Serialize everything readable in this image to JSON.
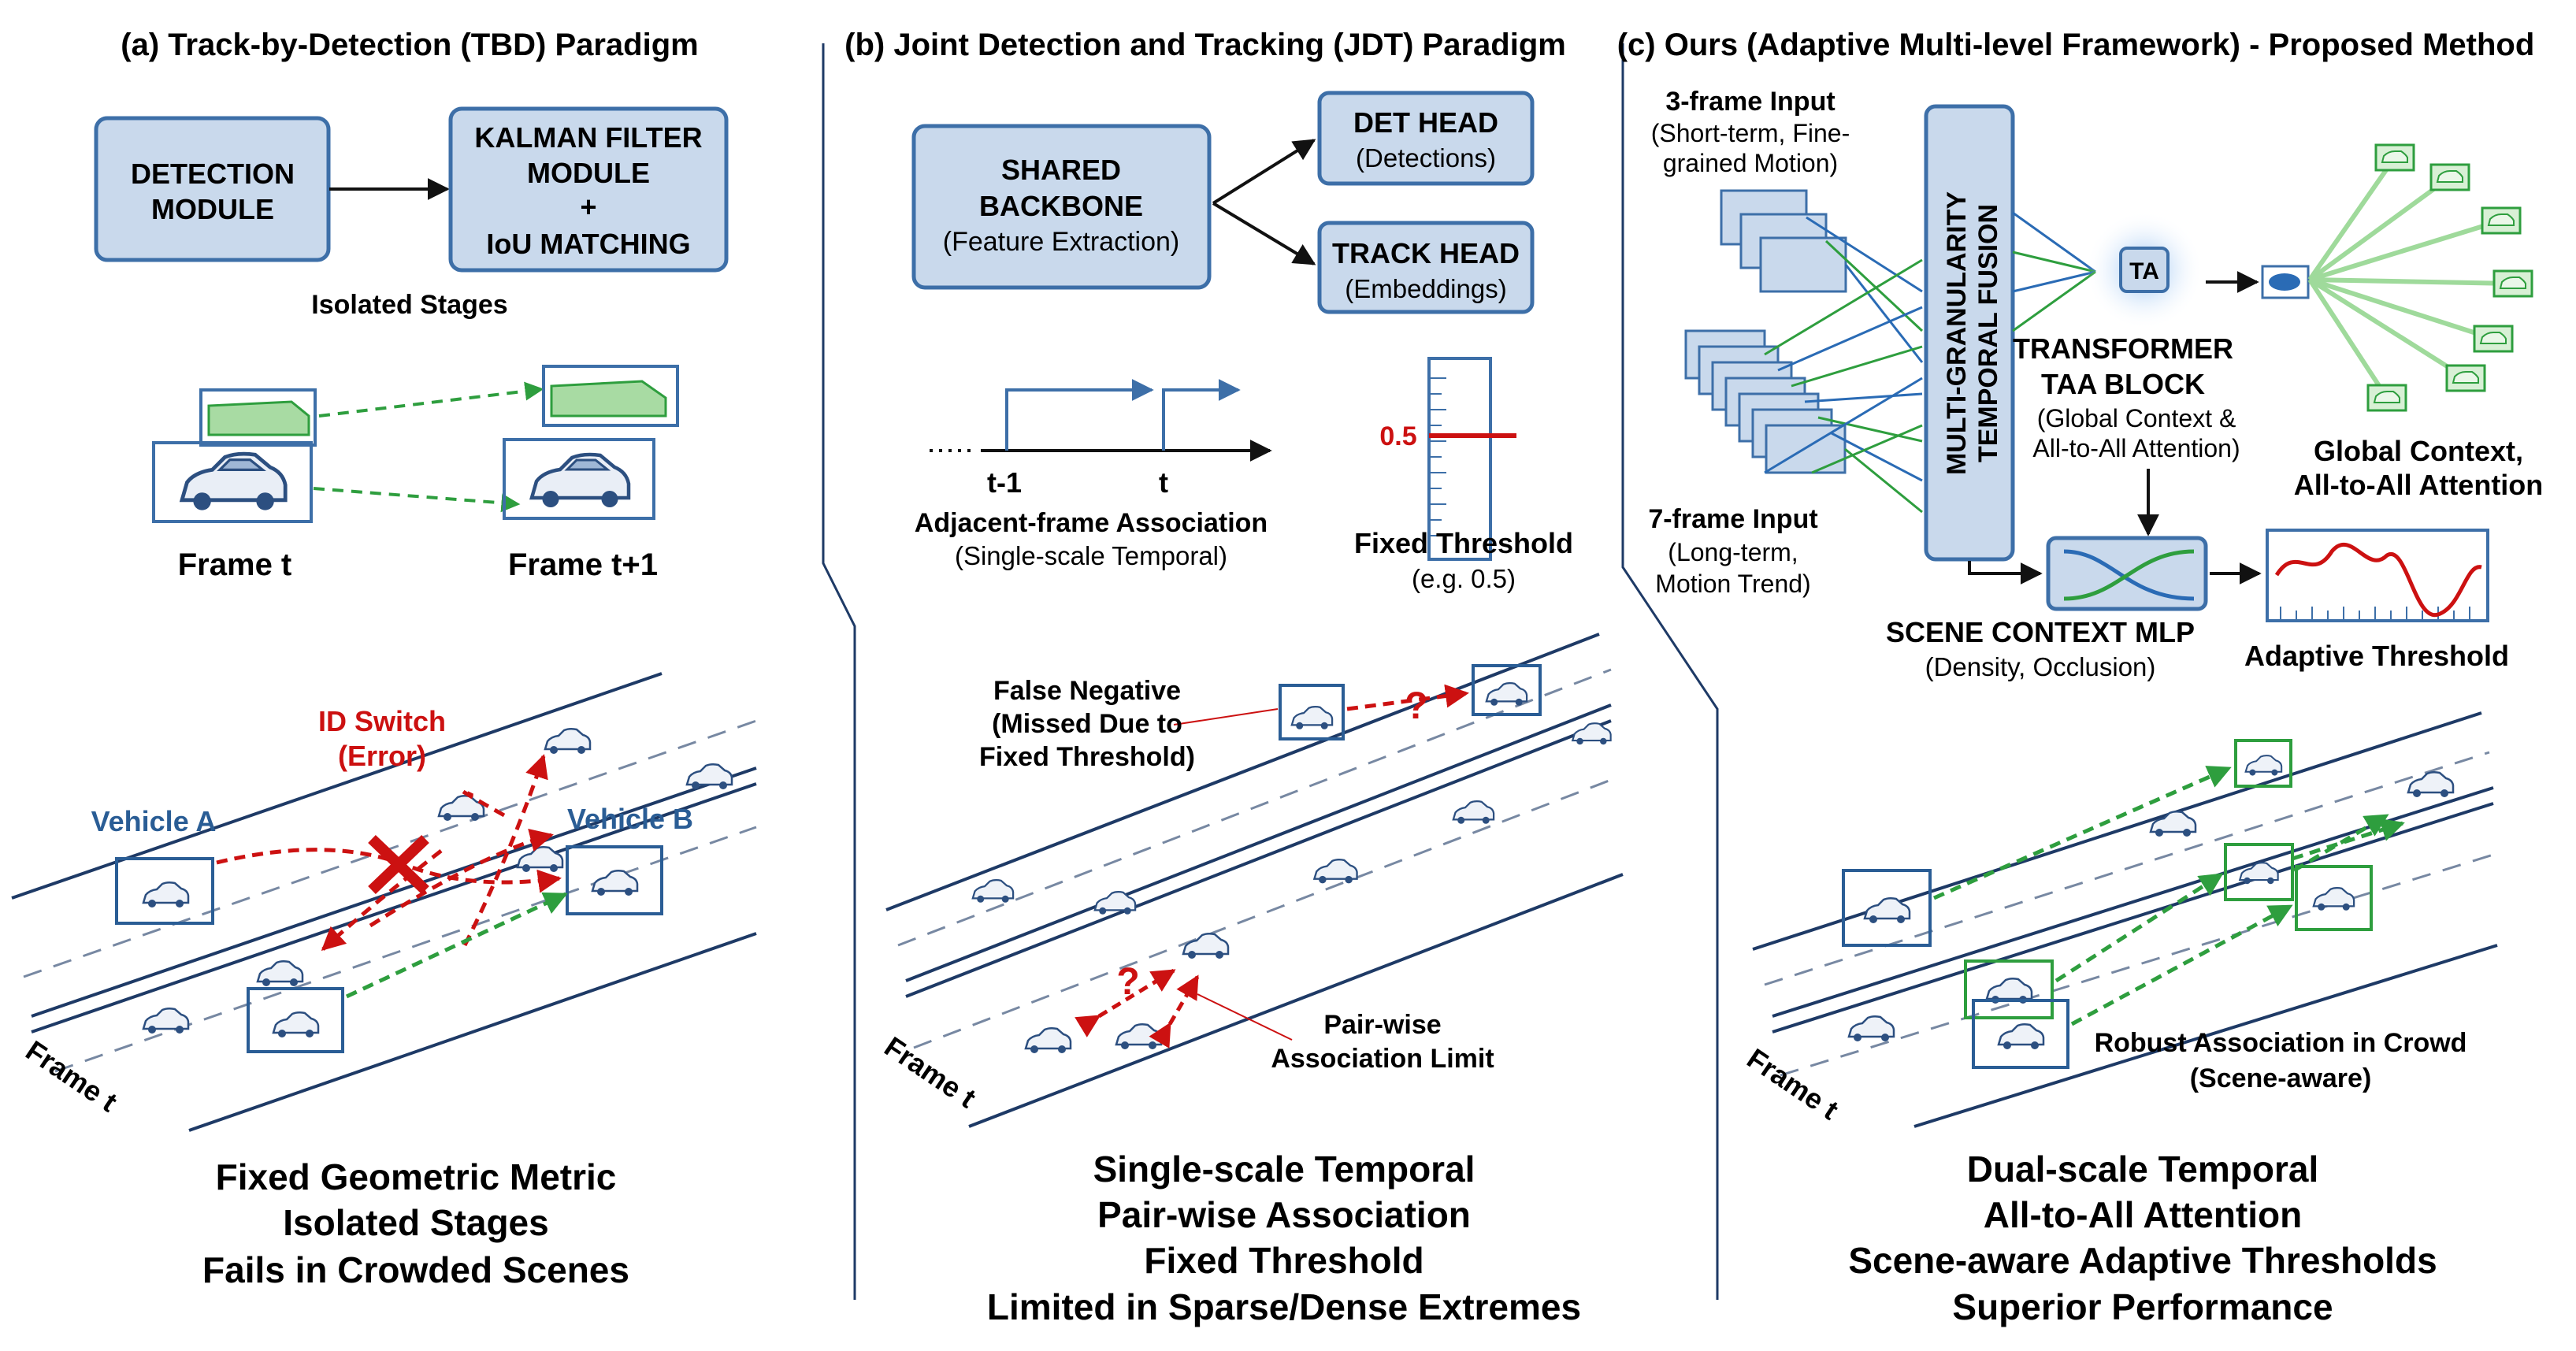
{
  "colors": {
    "box_fill": "#c9d9ec",
    "box_stroke": "#3d6fa8",
    "text_dark": "#111111",
    "label_blue": "#2a5d95",
    "error_red": "#cc1111",
    "green": "#2e9e3e",
    "road": "#1e3a66",
    "light_green": "#a8dba3"
  },
  "panel_a": {
    "title": "(a) Track-by-Detection (TBD) Paradigm",
    "box1_l1": "DETECTION",
    "box1_l2": "MODULE",
    "box2_l1": "KALMAN FILTER",
    "box2_l2": "MODULE",
    "box2_l3": "+",
    "box2_l4": "IoU MATCHING",
    "isolated": "Isolated Stages",
    "frame_t": "Frame t",
    "frame_t1": "Frame t+1",
    "id_switch_l1": "ID Switch",
    "id_switch_l2": "(Error)",
    "vehicle_a": "Vehicle A",
    "vehicle_b": "Vehicle B",
    "road_frame": "Frame t",
    "sum1": "Fixed Geometric Metric",
    "sum2": "Isolated Stages",
    "sum3": "Fails in Crowded Scenes"
  },
  "panel_b": {
    "title": "(b) Joint Detection and Tracking (JDT) Paradigm",
    "backbone_l1": "SHARED",
    "backbone_l2": "BACKBONE",
    "backbone_l3": "(Feature Extraction)",
    "det_l1": "DET HEAD",
    "det_l2": "(Detections)",
    "track_l1": "TRACK HEAD",
    "track_l2": "(Embeddings)",
    "tminus": "t-1",
    "t": "t",
    "adj1": "Adjacent-frame Association",
    "adj2": "(Single-scale Temporal)",
    "thresh_val": "0.5",
    "fixed1": "Fixed Threshold",
    "fixed2": "(e.g. 0.5)",
    "fn1": "False Negative",
    "fn2": "(Missed Due to",
    "fn3": "Fixed Threshold)",
    "q": "?",
    "pair1": "Pair-wise",
    "pair2": "Association Limit",
    "road_frame": "Frame t",
    "sum1": "Single-scale Temporal",
    "sum2": "Pair-wise Association",
    "sum3": "Fixed Threshold",
    "sum4": "Limited in Sparse/Dense Extremes"
  },
  "panel_c": {
    "title": "(c) Ours (Adaptive Multi-level Framework) - Proposed Method",
    "in3_l1": "3-frame Input",
    "in3_l2": "(Short-term, Fine-",
    "in3_l3": "grained Motion)",
    "in7_l1": "7-frame Input",
    "in7_l2": "(Long-term,",
    "in7_l3": "Motion Trend)",
    "mgtf_l1": "MULTI-GRANULARITY",
    "mgtf_l2": "TEMPORAL FUSION",
    "ta": "TA",
    "taa_l1": "TRANSFORMER",
    "taa_l2": "TAA BLOCK",
    "taa_l3": "(Global Context &",
    "taa_l4": "All-to-All Attention)",
    "gc_l1": "Global Context,",
    "gc_l2": "All-to-All Attention",
    "mlp_l1": "SCENE CONTEXT MLP",
    "mlp_l2": "(Density, Occlusion)",
    "adaptive": "Adaptive Threshold",
    "robust1": "Robust Association in Crowd",
    "robust2": "(Scene-aware)",
    "road_frame": "Frame t",
    "sum1": "Dual-scale Temporal",
    "sum2": "All-to-All Attention",
    "sum3": "Scene-aware Adaptive Thresholds",
    "sum4": "Superior Performance"
  }
}
